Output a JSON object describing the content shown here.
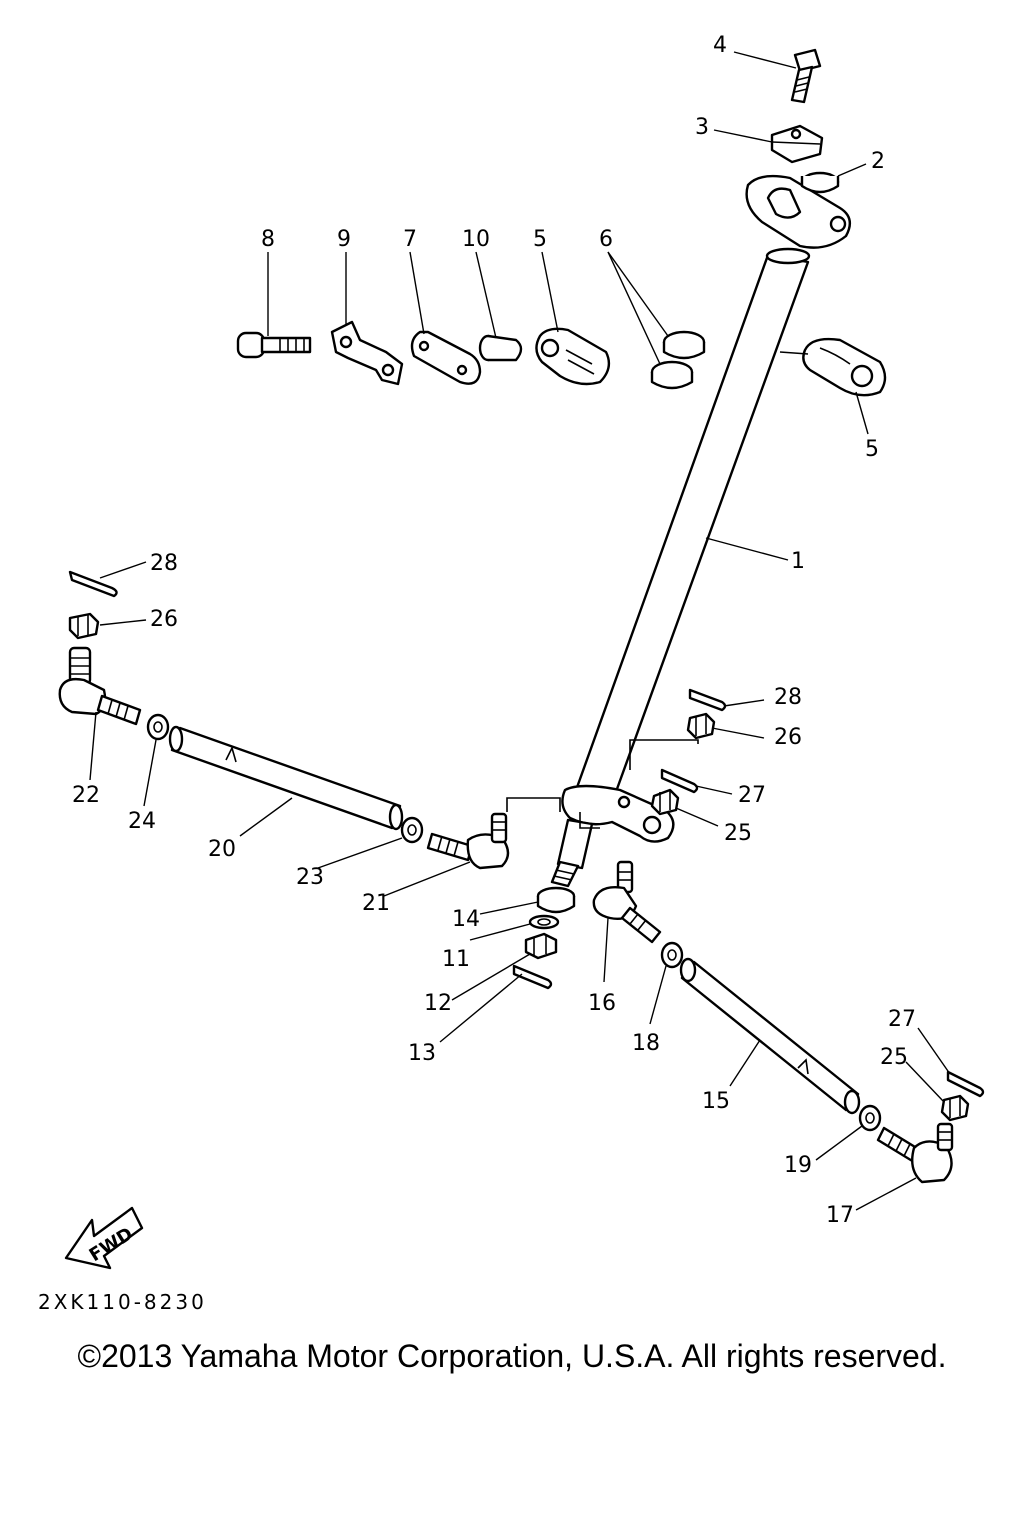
{
  "diagram": {
    "callouts": {
      "c1": "1",
      "c2": "2",
      "c3": "3",
      "c4": "4",
      "c5a": "5",
      "c5b": "5",
      "c6": "6",
      "c7": "7",
      "c8": "8",
      "c9": "9",
      "c10": "10",
      "c11": "11",
      "c12": "12",
      "c13": "13",
      "c14": "14",
      "c15": "15",
      "c16": "16",
      "c17": "17",
      "c18": "18",
      "c19": "19",
      "c20": "20",
      "c21": "21",
      "c22": "22",
      "c23": "23",
      "c24": "24",
      "c25a": "25",
      "c25b": "25",
      "c26a": "26",
      "c26b": "26",
      "c27a": "27",
      "c27b": "27",
      "c28a": "28",
      "c28b": "28"
    },
    "fwd_label": "FWD",
    "drawing_code": "2XK110-8230"
  },
  "footer": {
    "copyright": "©2013 Yamaha Motor Corporation, U.S.A. All rights reserved."
  }
}
